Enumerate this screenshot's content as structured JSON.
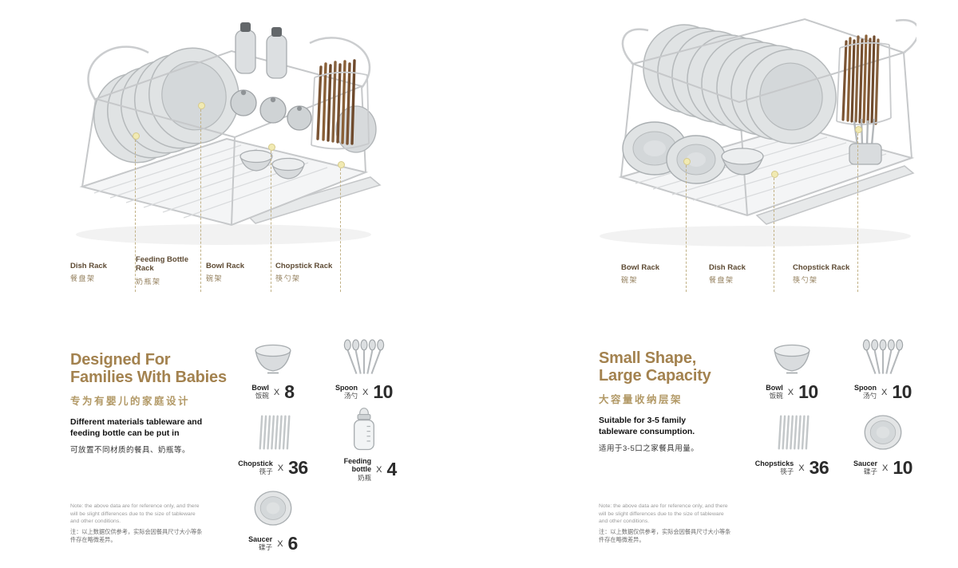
{
  "left": {
    "callouts": [
      {
        "en": "Dish Rack",
        "zh": "餐盘架"
      },
      {
        "en": "Feeding Bottle Rack",
        "zh": "奶瓶架"
      },
      {
        "en": "Bowl Rack",
        "zh": "碗架"
      },
      {
        "en": "Chopstick Rack",
        "zh": "筷勺架"
      }
    ],
    "title1": "Designed For",
    "title2": "Families With Babies",
    "subtitle_zh": "专为有婴儿的家庭设计",
    "desc_en": "Different materials tableware and feeding bottle can be put in",
    "desc_zh": "可放置不同材质的餐具、奶瓶等。",
    "caps": [
      {
        "en": "Bowl",
        "zh": "饭碗",
        "x": "X",
        "count": "8"
      },
      {
        "en": "Spoon",
        "zh": "汤勺",
        "x": "X",
        "count": "10"
      },
      {
        "en": "Chopstick",
        "zh": "筷子",
        "x": "X",
        "count": "36"
      },
      {
        "en": "Feeding bottle",
        "zh": "奶瓶",
        "x": "X",
        "count": "4"
      },
      {
        "en": "Saucer",
        "zh": "碟子",
        "x": "X",
        "count": "6"
      }
    ],
    "note_en": "Note: the above data are for reference only, and there will be slight differences due to the size of tableware and other conditions.",
    "note_zh": "注：以上数据仅供参考，实际会因餐具尺寸大小等条件存在略微差异。"
  },
  "right": {
    "callouts": [
      {
        "en": "Bowl Rack",
        "zh": "碗架"
      },
      {
        "en": "Dish Rack",
        "zh": "餐盘架"
      },
      {
        "en": "Chopstick Rack",
        "zh": "筷勺架"
      }
    ],
    "title1": "Small Shape,",
    "title2": "Large Capacity",
    "subtitle_zh": "大容量收纳层架",
    "desc_en": "Suitable for 3-5 family tableware consumption.",
    "desc_zh": "适用于3-5口之家餐具用量。",
    "caps": [
      {
        "en": "Bowl",
        "zh": "饭碗",
        "x": "X",
        "count": "10"
      },
      {
        "en": "Spoon",
        "zh": "汤勺",
        "x": "X",
        "count": "10"
      },
      {
        "en": "Chopsticks",
        "zh": "筷子",
        "x": "X",
        "count": "36"
      },
      {
        "en": "Saucer",
        "zh": "碟子",
        "x": "X",
        "count": "10"
      }
    ],
    "note_en": "Note: the above data are for reference only, and there will be slight differences due to the size of tableware and other conditions.",
    "note_zh": "注：以上数据仅供参考，实际会因餐具尺寸大小等条件存在略微差异。"
  }
}
